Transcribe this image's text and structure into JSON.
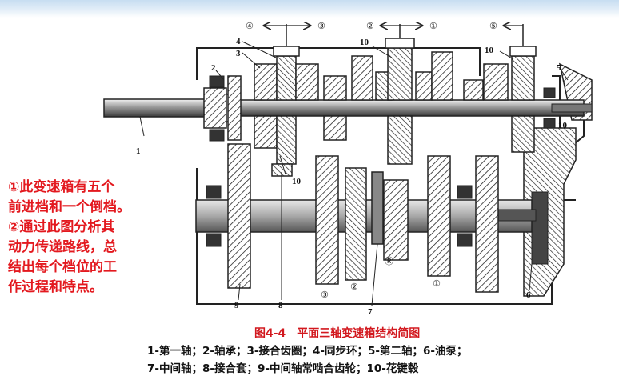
{
  "notes": {
    "lines": [
      "①此变速箱有五个",
      "前进档和一个倒档。",
      "②通过此图分析其",
      "动力传递路线，总",
      "结出每个档位的工",
      "作过程和特点。"
    ]
  },
  "caption": "图4-4　平面三轴变速箱结构简图",
  "legend": {
    "lines": [
      "1-第一轴；2-轴承；3-接合齿圈；4-同步环；5-第二轴；6-油泵；",
      "7-中间轴；8-接合套；9-中间轴常啮合齿轮；10-花键毂"
    ]
  },
  "callouts": {
    "n1": "1",
    "n2": "2",
    "n3": "3",
    "n4": "4",
    "n5": "5",
    "n6": "6",
    "n7": "7",
    "n8": "8",
    "n9": "9",
    "n10a": "10",
    "n10b": "10",
    "n10c": "10",
    "n10d": "10"
  },
  "gear_marks": {
    "top_left_a": "④",
    "top_left_b": "③",
    "top_mid_a": "②",
    "top_mid_b": "①",
    "top_right": "⑤",
    "bottom_3": "③",
    "bottom_2": "②",
    "bottom_R": "Ⓡ",
    "bottom_1": "①"
  }
}
